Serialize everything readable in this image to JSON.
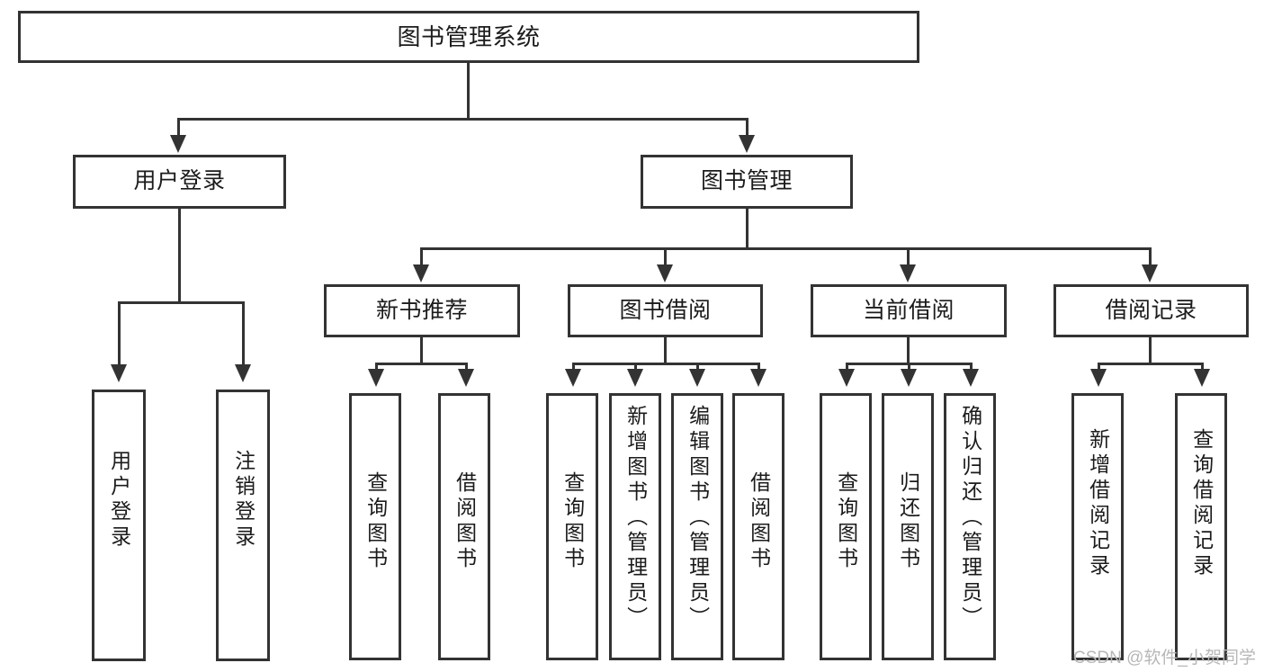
{
  "diagram": {
    "type": "tree",
    "title": "图书管理系统",
    "watermark": "CSDN @软件_小贺同学",
    "colors": {
      "stroke": "#333333",
      "fill": "#ffffff",
      "text": "#1b1b1b",
      "watermark": "#b7b7b7"
    },
    "nodes": {
      "root": {
        "label": "图书管理系统"
      },
      "level2": [
        {
          "id": "user-login",
          "label": "用户登录"
        },
        {
          "id": "book-manage",
          "label": "图书管理"
        }
      ],
      "level3": [
        {
          "id": "new-book-recommend",
          "label": "新书推荐"
        },
        {
          "id": "book-borrow",
          "label": "图书借阅"
        },
        {
          "id": "current-borrow",
          "label": "当前借阅"
        },
        {
          "id": "borrow-record",
          "label": "借阅记录"
        }
      ],
      "leaves": {
        "user_login": [
          {
            "id": "leaf-user-login",
            "label": "用户登录"
          },
          {
            "id": "leaf-logout-login",
            "label": "注销登录"
          }
        ],
        "new_book_recommend": [
          {
            "id": "leaf-query-book-1",
            "label": "查询图书"
          },
          {
            "id": "leaf-borrow-book-1",
            "label": "借阅图书"
          }
        ],
        "book_borrow": [
          {
            "id": "leaf-query-book-2",
            "label": "查询图书"
          },
          {
            "id": "leaf-add-book",
            "label": "新增图书（管理员）"
          },
          {
            "id": "leaf-edit-book",
            "label": "编辑图书（管理员）"
          },
          {
            "id": "leaf-borrow-book-2",
            "label": "借阅图书"
          }
        ],
        "current_borrow": [
          {
            "id": "leaf-query-book-3",
            "label": "查询图书"
          },
          {
            "id": "leaf-return-book",
            "label": "归还图书"
          },
          {
            "id": "leaf-confirm-return",
            "label": "确认归还（管理员）"
          }
        ],
        "borrow_record": [
          {
            "id": "leaf-add-record",
            "label": "新增借阅记录"
          },
          {
            "id": "leaf-query-record",
            "label": "查询借阅记录"
          }
        ]
      }
    }
  }
}
